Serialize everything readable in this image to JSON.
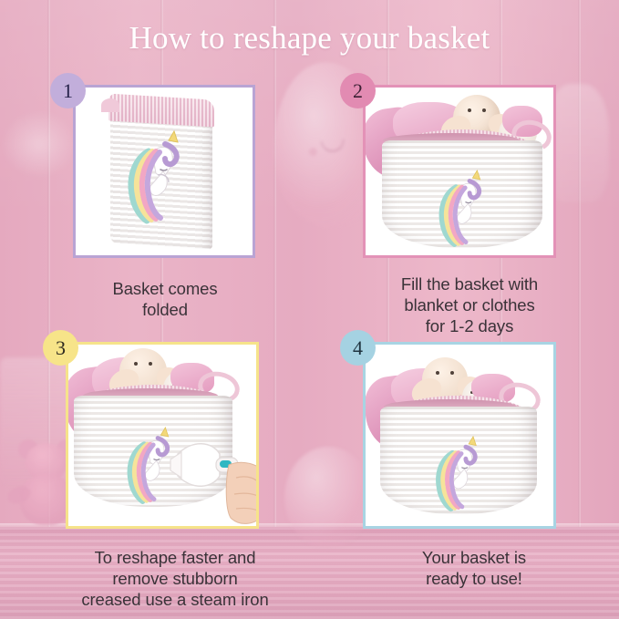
{
  "header": {
    "title": "How to reshape your basket"
  },
  "steps": [
    {
      "number": "1",
      "caption_line1": "Basket comes",
      "caption_line2": "folded",
      "caption_line3": "",
      "accent": "#b9a4d4",
      "badge_bg": "#c2aedb",
      "badge_text_color": "#26224a",
      "photo_alt": "folded-white-rope-basket-with-unicorn-embroidery"
    },
    {
      "number": "2",
      "caption_line1": "Fill the basket with",
      "caption_line2": "blanket or clothes",
      "caption_line3": "for 1-2 days",
      "accent": "#e392b7",
      "badge_bg": "#e28bb2",
      "badge_text_color": "#3b1f33",
      "photo_alt": "basket-filled-with-pink-blanket-and-plush-toys"
    },
    {
      "number": "3",
      "caption_line1": "To reshape faster and",
      "caption_line2": "remove stubborn",
      "caption_line3": "creased use a steam iron",
      "accent": "#f6e38a",
      "badge_bg": "#f7e489",
      "badge_text_color": "#2e2a20",
      "photo_alt": "hand-steaming-basket-with-white-steam-iron"
    },
    {
      "number": "4",
      "caption_line1": "Your basket is",
      "caption_line2": "ready to use!",
      "caption_line3": "",
      "accent": "#a8d4e3",
      "badge_bg": "#a5d2e2",
      "badge_text_color": "#1f3440",
      "photo_alt": "finished-round-rope-basket-ready-to-use"
    }
  ],
  "colors": {
    "background_wall": "#e8aec2",
    "floor": "#e3a8bf",
    "title_text": "#ffffff",
    "caption_text": "#3a3238",
    "basket_body": "#ffffff",
    "basket_rim": "#e3b0c6",
    "blanket_pink": "#e7a8c6",
    "plush_cream": "#f4e3d4"
  }
}
